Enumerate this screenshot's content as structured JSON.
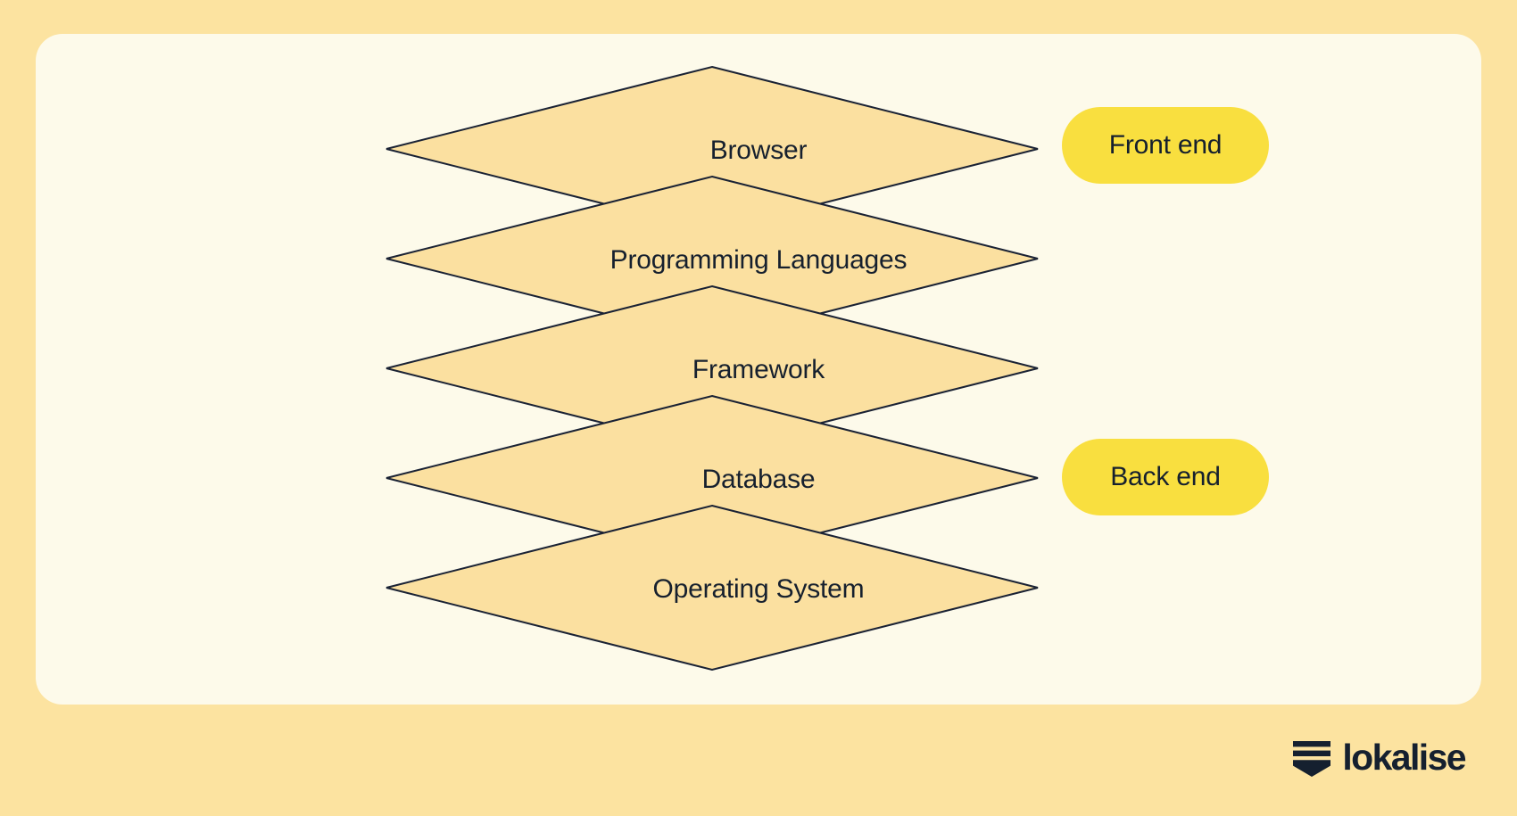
{
  "theme": {
    "page_background": "#FCE3A0",
    "card_background": "#FDFAEA",
    "diamond_fill": "#FBE0A0",
    "diamond_stroke": "#1A2234",
    "badge_background": "#F9DF3F",
    "text_color": "#16202E",
    "brand_color": "#15202F"
  },
  "diagram": {
    "type": "layered-stack",
    "shape": "diamond",
    "layers": [
      {
        "label": "Browser",
        "group": "Front end",
        "order": 1
      },
      {
        "label": "Programming Languages",
        "group": "Back end",
        "order": 2
      },
      {
        "label": "Framework",
        "group": "Back end",
        "order": 3
      },
      {
        "label": "Database",
        "group": "Back end",
        "order": 4
      },
      {
        "label": "Operating System",
        "group": "Back end",
        "order": 5
      }
    ],
    "badges": [
      {
        "label": "Front end",
        "aligned_layer": "Browser"
      },
      {
        "label": "Back end",
        "aligned_layer": "Database"
      }
    ]
  },
  "brand": {
    "name": "lokalise",
    "mark": "stacked-bars-chevron-icon"
  }
}
